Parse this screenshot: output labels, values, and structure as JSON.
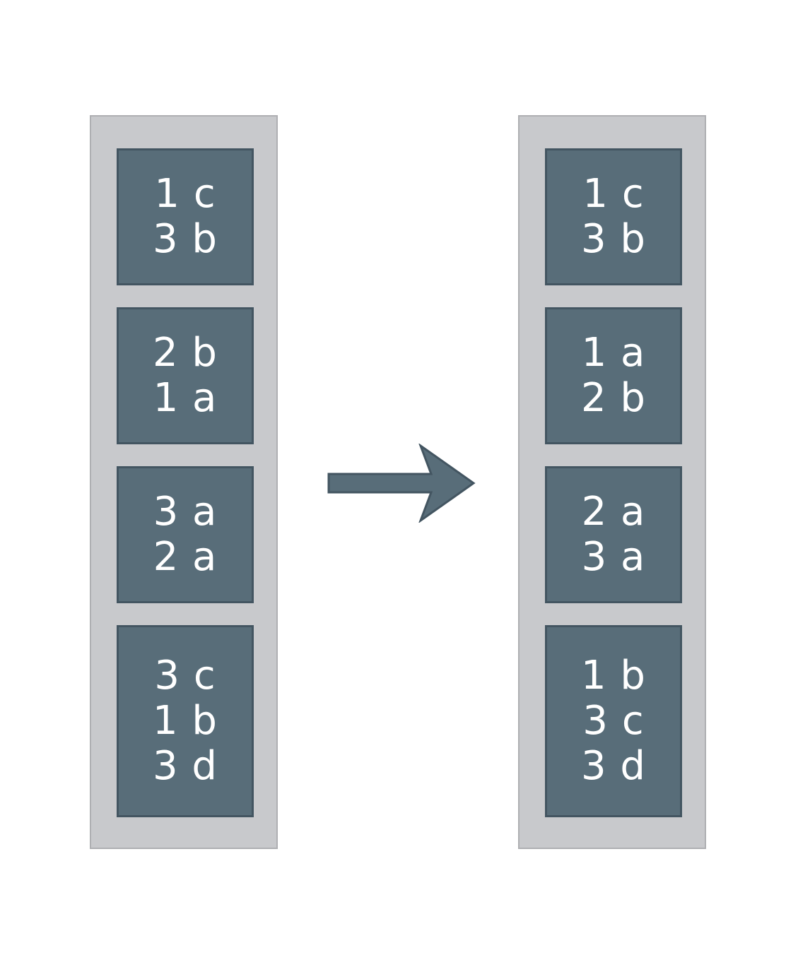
{
  "left_column": {
    "blocks": [
      {
        "lines": [
          "1 c",
          "3 b"
        ]
      },
      {
        "lines": [
          "2 b",
          "1 a"
        ]
      },
      {
        "lines": [
          "3 a",
          "2 a"
        ]
      },
      {
        "lines": [
          "3 c",
          "1 b",
          "3 d"
        ]
      }
    ]
  },
  "right_column": {
    "blocks": [
      {
        "lines": [
          "1 c",
          "3 b"
        ]
      },
      {
        "lines": [
          "1 a",
          "2 b"
        ]
      },
      {
        "lines": [
          "2 a",
          "3 a"
        ]
      },
      {
        "lines": [
          "1 b",
          "3 c",
          "3 d"
        ]
      }
    ]
  },
  "colors": {
    "background": "#ffffff",
    "column_fill": "#c8c9cc",
    "column_border": "#aeafb2",
    "block_fill": "#586d79",
    "block_border": "#435561",
    "text": "#ffffff",
    "arrow_fill": "#586d79"
  },
  "icons": {
    "arrow": "right-arrow-icon"
  }
}
